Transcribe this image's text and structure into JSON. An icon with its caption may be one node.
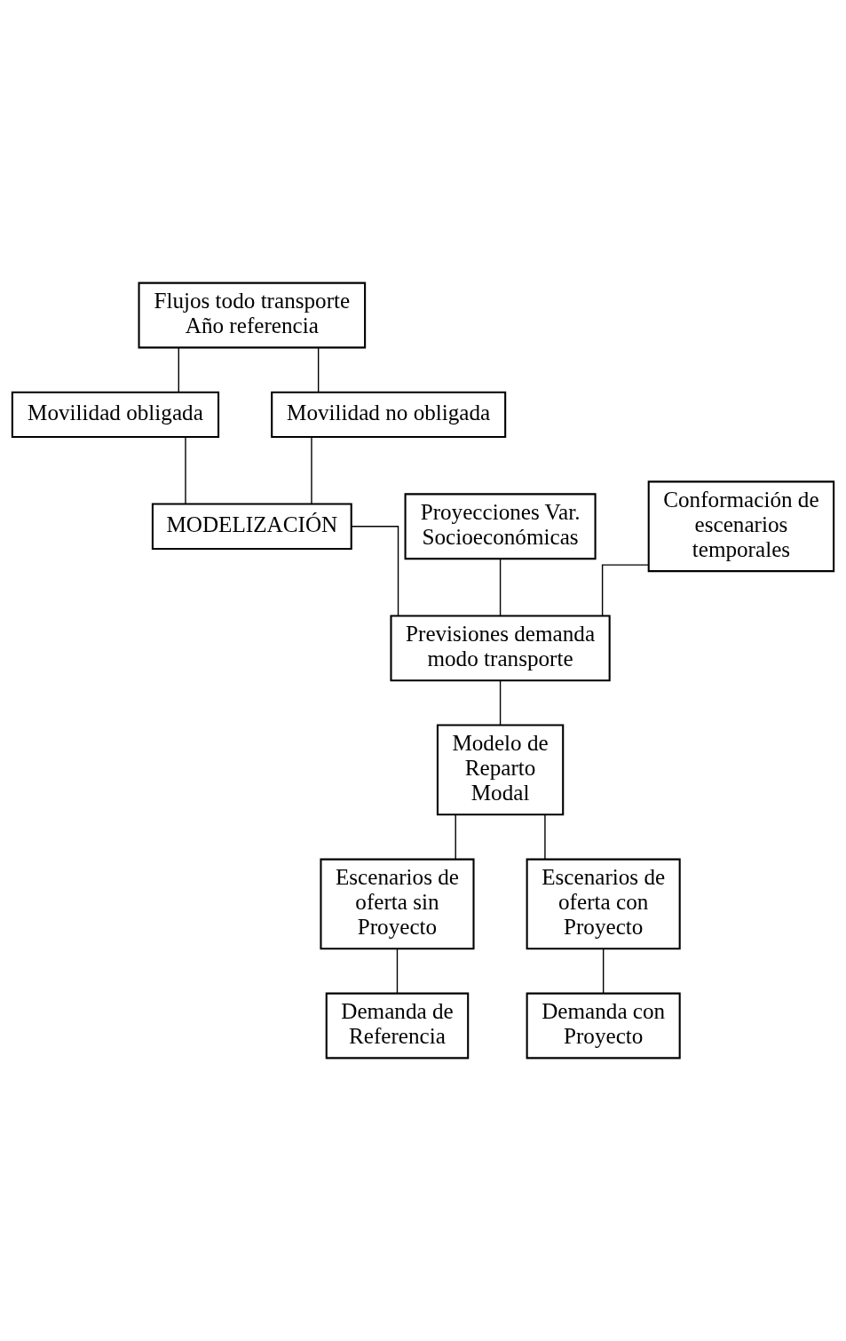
{
  "diagram": {
    "nodes": [
      {
        "text": [
          "Flujos todo transporte Año referencia"
        ]
      },
      {
        "text": [
          "Movilidad obligada"
        ]
      },
      {
        "text": [
          "Movilidad no obligada"
        ]
      },
      {
        "text": [
          "MODELIZACIÓN"
        ]
      },
      {
        "text": [
          "Proyecciones Var. Socioeconómicas"
        ]
      },
      {
        "text": [
          "Conformación de escenarios temporales"
        ]
      },
      {
        "text": [
          "Previsiones demanda modo transporte"
        ]
      },
      {
        "text": [
          "Modelo de Reparto Modal"
        ]
      },
      {
        "text": [
          "Escenarios de oferta sin Proyecto"
        ]
      },
      {
        "text": [
          "Escenarios de oferta con Proyecto"
        ]
      },
      {
        "text": [
          "Demanda de Referencia"
        ]
      },
      {
        "text": [
          "Demanda con Proyecto"
        ]
      }
    ],
    "edges": [
      {
        "from": 0,
        "to": 1,
        "arrow": "none"
      },
      {
        "from": 0,
        "to": 2,
        "arrow": "none"
      },
      {
        "from": 1,
        "to": 3,
        "arrow": "none"
      },
      {
        "from": 2,
        "to": 3,
        "arrow": "none"
      },
      {
        "from": 3,
        "to": 6,
        "arrow": "none"
      },
      {
        "from": 4,
        "to": 6,
        "arrow": "none"
      },
      {
        "from": 5,
        "to": 6,
        "arrow": "none"
      },
      {
        "from": 6,
        "to": 7,
        "arrow": "none"
      },
      {
        "from": 7,
        "to": 8,
        "arrow": "none"
      },
      {
        "from": 7,
        "to": 9,
        "arrow": "none"
      },
      {
        "from": 8,
        "to": 10,
        "arrow": "none"
      },
      {
        "from": 9,
        "to": 11,
        "arrow": "none"
      }
    ]
  }
}
